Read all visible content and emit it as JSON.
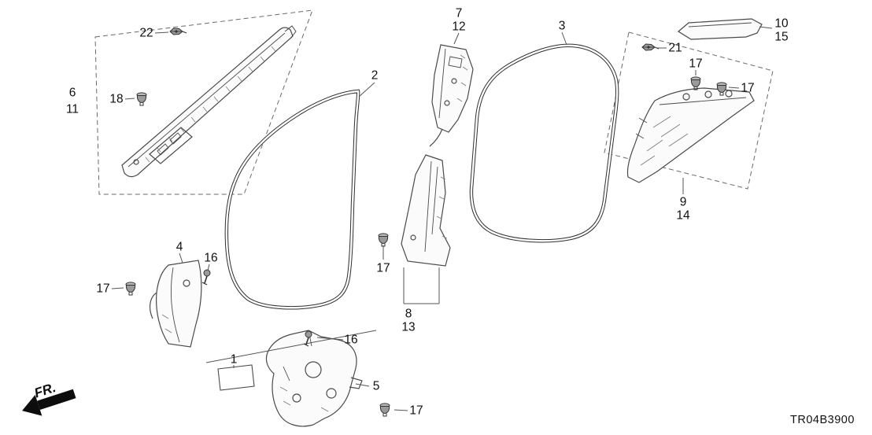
{
  "diagram": {
    "code": "TR04B3900",
    "fr_label": "FR."
  },
  "callouts": {
    "c22": "22",
    "c18": "18",
    "c6": "6",
    "c11": "11",
    "c2": "2",
    "c7": "7",
    "c12": "12",
    "c3": "3",
    "c21": "21",
    "c17a": "17",
    "c10": "10",
    "c15": "15",
    "c17b": "17",
    "c9": "9",
    "c14": "14",
    "c4": "4",
    "c16a": "16",
    "c17c": "17",
    "c17d": "17",
    "c8": "8",
    "c13": "13",
    "c1": "1",
    "c16b": "16",
    "c5": "5",
    "c17e": "17"
  },
  "icons": {
    "grommet_clip": "grommet-clip-icon",
    "wing_clip": "wing-clip-icon",
    "push_pin": "push-pin-icon",
    "fr_arrow": "fr-direction-arrow"
  }
}
